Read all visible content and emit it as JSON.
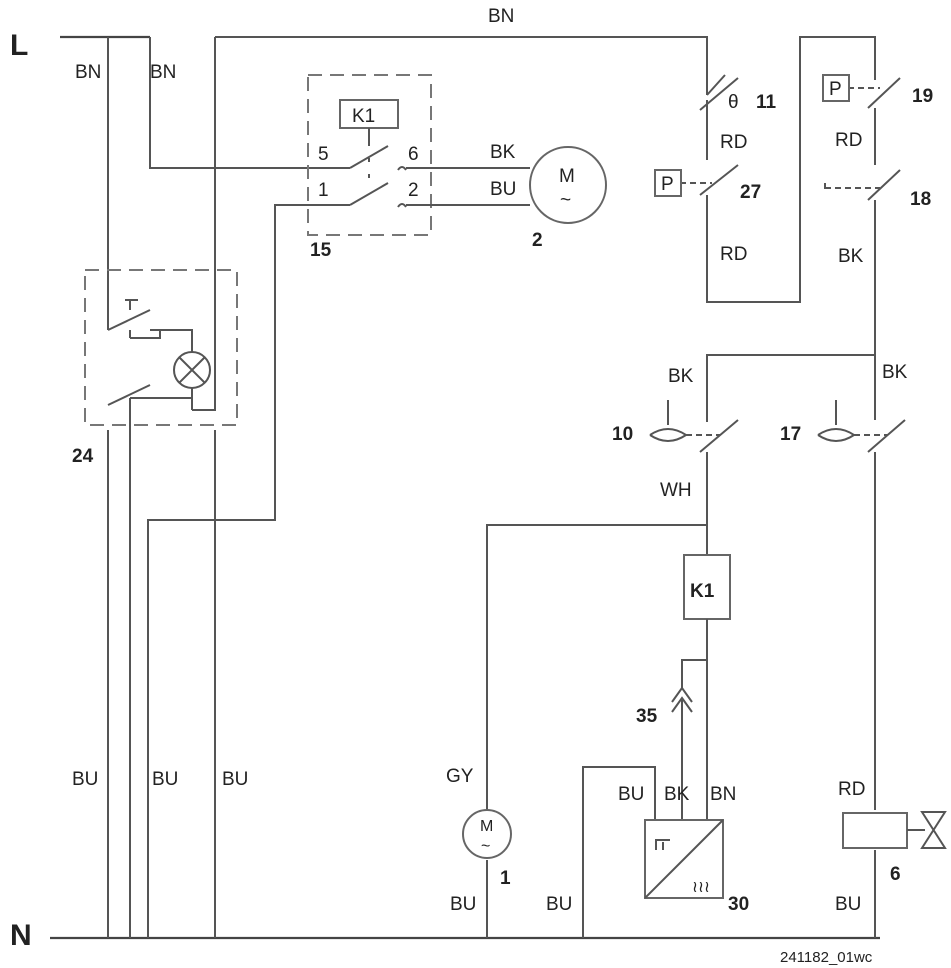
{
  "rails": {
    "line": "L",
    "neutral": "N"
  },
  "wire_colors": {
    "top_bn": "BN",
    "left_bn1": "BN",
    "left_bn2": "BN",
    "motor_bk": "BK",
    "motor_bu": "BU",
    "rd_11": "RD",
    "rd_27": "RD",
    "rd_19": "RD",
    "bk_18": "BK",
    "bk_10": "BK",
    "bk_17": "BK",
    "wh_10": "WH",
    "bu_left1": "BU",
    "bu_left2": "BU",
    "bu_left3": "BU",
    "gy_1": "GY",
    "bu_1": "BU",
    "bu_30_left": "BU",
    "bu_30_top": "BU",
    "bk_30_top": "BK",
    "bn_30_top": "BN",
    "rd_6": "RD",
    "bu_6": "BU"
  },
  "components": {
    "relay_15": {
      "number": "15",
      "coil": "K1",
      "pins": [
        "5",
        "6",
        "1",
        "2"
      ]
    },
    "motor_2": {
      "number": "2",
      "symbol": "M",
      "tilde": "~"
    },
    "thermostat_11": {
      "number": "11",
      "symbol": "θ"
    },
    "pressure_27": {
      "number": "27",
      "symbol": "P"
    },
    "pressure_19": {
      "number": "19",
      "symbol": "P"
    },
    "switch_18": {
      "number": "18"
    },
    "switch_24": {
      "number": "24"
    },
    "float_10": {
      "number": "10"
    },
    "float_17": {
      "number": "17"
    },
    "relay_coil": {
      "label": "K1"
    },
    "connector_35": {
      "number": "35"
    },
    "motor_1": {
      "number": "1",
      "symbol": "M",
      "tilde": "~"
    },
    "heater_30": {
      "number": "30",
      "symbol": "≀≀≀"
    },
    "valve_6": {
      "number": "6"
    }
  },
  "footer": {
    "code": "241182_01wc"
  }
}
